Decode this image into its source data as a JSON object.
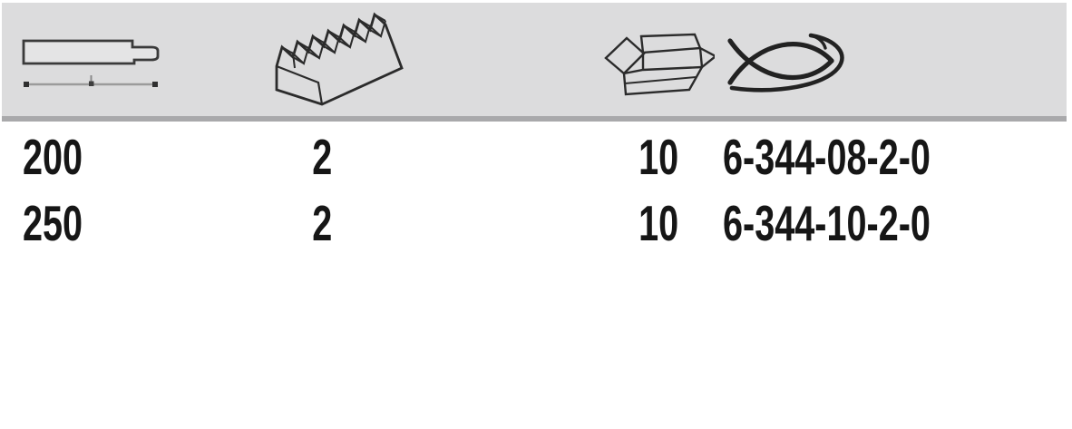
{
  "page": {
    "background": "#ffffff"
  },
  "header": {
    "band_color": "#dcdcdd",
    "band_border_color": "#a9a9ab",
    "icons": [
      {
        "name": "tool-length-icon"
      },
      {
        "name": "cut-icon"
      },
      {
        "name": "packaging-box-icon"
      },
      {
        "name": "fish-logo-icon"
      }
    ]
  },
  "table": {
    "text_color": "#161616",
    "rows": [
      {
        "length": "200",
        "cut": "2",
        "pack": "10",
        "article": "6-344-08-2-0"
      },
      {
        "length": "250",
        "cut": "2",
        "pack": "10",
        "article": "6-344-10-2-0"
      }
    ]
  }
}
